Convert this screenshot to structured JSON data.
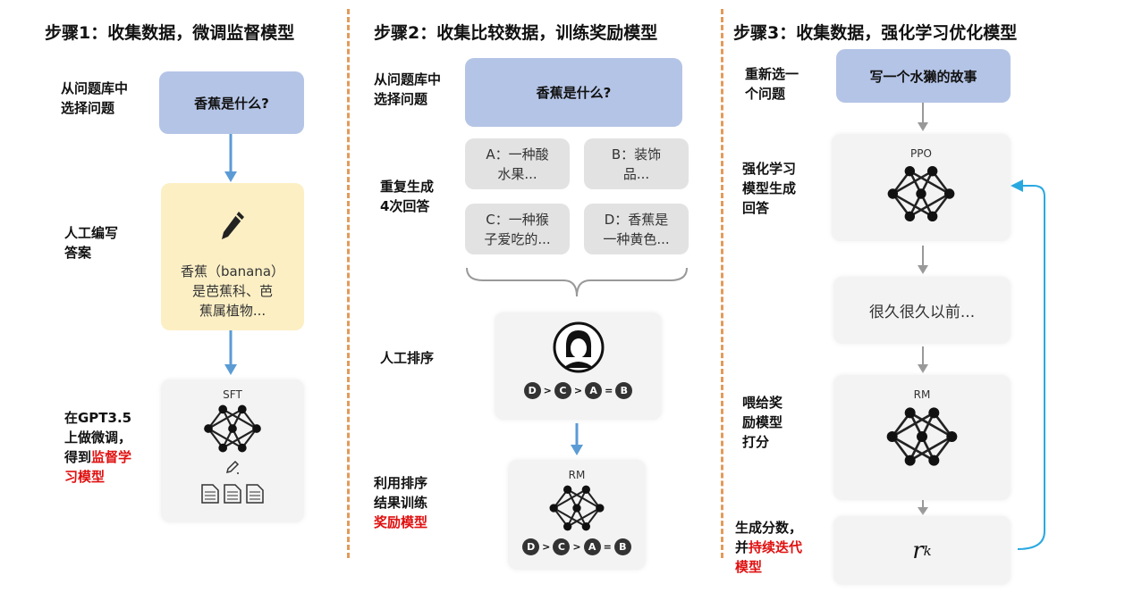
{
  "step1": {
    "title": "步骤1：收集数据，微调监督模型",
    "label_select": "从问题库中\n选择问题",
    "question": "香蕉是什么?",
    "label_write": "人工编写\n答案",
    "answer": "香蕉（banana）\n是芭蕉科、芭\n蕉属植物...",
    "label_finetune": "在GPT3.5\n上做微调，\n得到",
    "label_finetune_red": "监督学\n习模型",
    "model": "SFT"
  },
  "step2": {
    "title": "步骤2：收集比较数据，训练奖励模型",
    "label_select": "从问题库中\n选择问题",
    "question": "香蕉是什么?",
    "label_generate": "重复生成\n4次回答",
    "answers": [
      "A：一种酸\n水果...",
      "B：装饰\n品...",
      "C：一种猴\n子爱吃的...",
      "D：香蕉是\n一种黄色..."
    ],
    "label_rank": "人工排序",
    "ranking": [
      "D",
      ">",
      "C",
      ">",
      "A",
      "=",
      "B"
    ],
    "label_train": "利用排序\n结果训练\n",
    "label_train_red": "奖励模型",
    "model": "RM"
  },
  "step3": {
    "title": "步骤3：收集数据，强化学习优化模型",
    "label_select": "重新选一\n个问题",
    "question": "写一个水獭的故事",
    "label_generate": "强化学习\n模型生成\n回答",
    "policy": "PPO",
    "output": "很久很久以前...",
    "label_score": "喂给奖\n励模型\n打分",
    "model": "RM",
    "label_iterate": "生成分数，\n并",
    "label_iterate_red": "持续迭代\n模型",
    "reward": "r",
    "reward_sub": "k"
  },
  "colors": {
    "arrow_blue": "#5b9bd5",
    "arrow_gray": "#999999",
    "feedback": "#29a8e0",
    "red": "#e01010"
  }
}
